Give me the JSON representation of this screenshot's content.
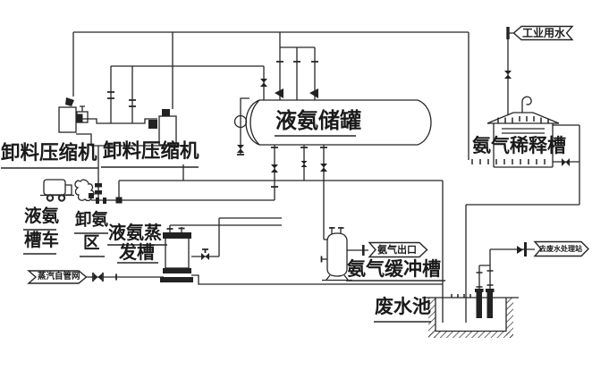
{
  "diagram": {
    "equipment": {
      "compressor_left": "卸料压缩机",
      "compressor_right": "卸料压缩机",
      "tank_truck_line1": "液氨",
      "tank_truck_line2": "槽车",
      "unloading_area_line1": "卸氨",
      "unloading_area_line2": "区",
      "storage_tank": "液氨储罐",
      "evaporator_line1": "液氨蒸",
      "evaporator_line2": "发槽",
      "buffer_tank": "氨气缓冲槽",
      "dilution_tank": "氨气稀释槽",
      "wastewater_pool": "废水池"
    },
    "streams": {
      "industrial_water": "工业用水",
      "steam_from_network": "蒸汽自管网",
      "ammonia_outlet": "氨气出口",
      "to_wastewater_station": "去废水处理站"
    },
    "colors": {
      "line": "#262626",
      "text": "#1a1a1a",
      "background": "#ffffff"
    }
  }
}
